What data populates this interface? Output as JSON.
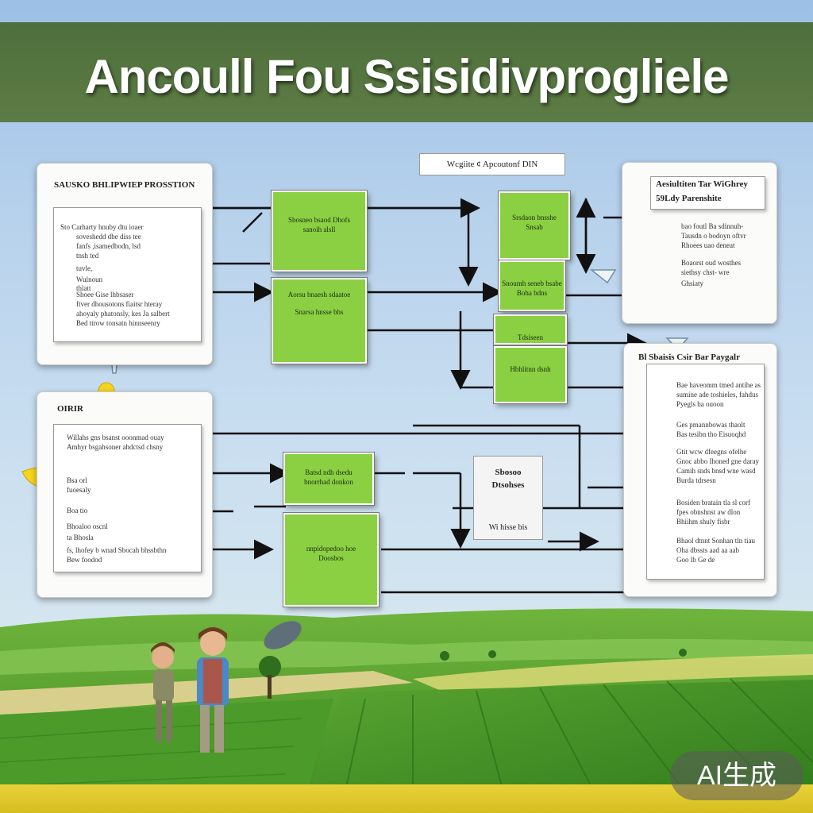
{
  "banner": {
    "title": "Ancoull Fou Ssisidivprogliele"
  },
  "center_tag": "Wcgiite ¢ Apcoutonf DIN",
  "panels": {
    "top_left": {
      "title": "SAUSKO BHLIPWIEP PROSSTION",
      "lines": [
        "Sto Carharty hnuby dtu ioaer",
        "soveshedd dbe diss tee",
        "fanfs ,isamedbodn, lsd",
        "tnsh ted",
        "tuvle,",
        "Wulnoun",
        "thlatt",
        "Shoee Gise lhbsaser",
        "ftver dhousotons fiaitsr hteray",
        "ahoyaly phatonsly, kes Ja salbert",
        "Bed ttrow tonsatn hinnseenry"
      ]
    },
    "bottom_left": {
      "title": "OIRIR",
      "lines": [
        "Willahs gns bsanst ooonmad ouay",
        "Amhyr bsgahsoner ahdctsd chsny",
        "Bsa orl",
        "fuoesaly",
        "Boa tio",
        "Bhoaloo oscnl",
        "ta Bhosla",
        "fs, lhofey b wnad Sbocah bhssbthn",
        "Bew foodod"
      ]
    },
    "top_right": {
      "title_line1": "Aesiultiten Tar WiGhrey",
      "title_line2": "59Ldy Parenshite",
      "lines": [
        "bao foutl Ba sdinnuh-",
        "Tausdn o bodoyn oftvr",
        "Rhoees uao deneat",
        "Boaorst oud wosthes",
        "siethsy chst- wre",
        "Ghsiaty"
      ]
    },
    "bottom_right": {
      "title": "Bl Sbaisis Csir Bar Paygalr",
      "lines": [
        "Bae haveomm tmed antihe as",
        "sumine ade toshieles, fahdus",
        "Pyegls ba ouoon",
        "Ges pmannbowas thaolt",
        "Bas tesibn tho Eisuoqhd",
        "Gtit wcw dfeegns ofelhe",
        "Gnoc abbo Ihoned gne daray",
        "Camih snds bnsd wne wasd",
        "Burda tdrsesn",
        "Bosiden bratain tla sl corf",
        "fpes obnshnst aw dlon",
        "Bhiihm shuly fisbr",
        "Bhaol dtnnt Sonhan tln tiau",
        "Oha dbssts aad aa aab",
        "Goo lb Ge de"
      ]
    }
  },
  "green_boxes": [
    {
      "label1": "Sbosneo bsaod Dhofs",
      "label2": "sanoih alsll"
    },
    {
      "label1": "Aorsu bnaesh sdaatoe",
      "label2": "Snarsa hnsse bhs"
    },
    {
      "label1": "Srsdaon bnsshe",
      "label2": "Snsab"
    },
    {
      "label1": "Snoumh seneb bsabe",
      "label2": "Boha bdns"
    },
    {
      "label1": "Tdsiseen",
      "label2": ""
    },
    {
      "label1": "Hbhlitnn dsnh",
      "label2": ""
    },
    {
      "label1": "Batsd ndh dsedu",
      "label2": "bnorrhad donkon"
    },
    {
      "label1": "nnpidopedoo hoe",
      "label2": "Doosbos"
    }
  ],
  "grey_box": {
    "label1": "Sbosoo",
    "label2": "Dtsohses",
    "label3": "Wi hisse bis"
  },
  "watermark": "AI生成",
  "colors": {
    "banner": "#56753f",
    "box_green": "#8bd043",
    "field_green": "#4f9a2c",
    "strip_yellow": "#e0c92c"
  },
  "icons": [
    "funnel-icon",
    "lightbulb-icon"
  ]
}
